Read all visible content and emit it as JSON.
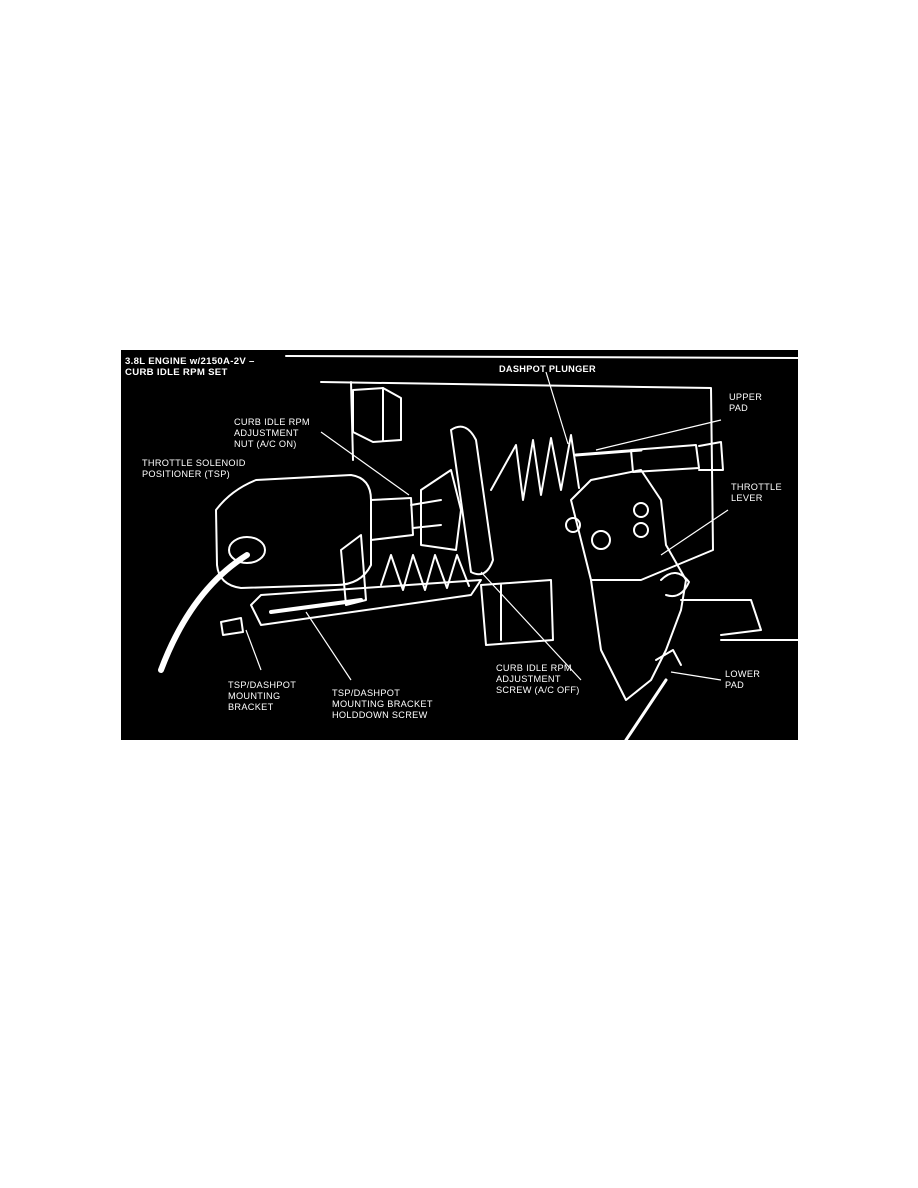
{
  "figure": {
    "title_lines": [
      "3.8L ENGINE w/2150A-2V –",
      "CURB IDLE RPM SET"
    ],
    "labels": {
      "dashpot_plunger": "DASHPOT PLUNGER",
      "upper_pad": "UPPER\nPAD",
      "curb_idle_nut": "CURB IDLE RPM\nADJUSTMENT\nNUT (A/C ON)",
      "tsp": "THROTTLE SOLENOID\nPOSITIONER (TSP)",
      "throttle_lever": "THROTTLE\nLEVER",
      "curb_idle_screw": "CURB IDLE RPM\nADJUSTMENT\nSCREW (A/C OFF)",
      "lower_pad": "LOWER\nPAD",
      "mounting_bracket": "TSP/DASHPOT\nMOUNTING\nBRACKET",
      "holddown_screw": "TSP/DASHPOT\nMOUNTING BRACKET\nHOLDDOWN SCREW"
    },
    "colors": {
      "background": "#000000",
      "ink": "#ffffff",
      "page": "#ffffff"
    }
  }
}
